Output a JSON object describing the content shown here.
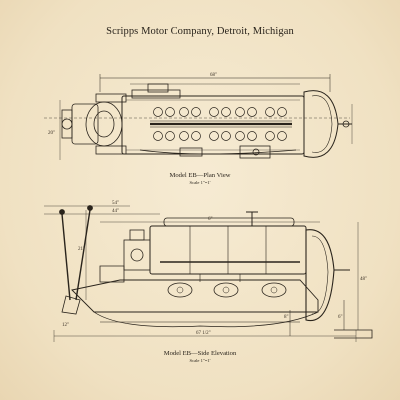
{
  "header": {
    "title": "Scripps Motor Company, Detroit, Michigan"
  },
  "plan_view": {
    "caption": "Model EB—Plan View",
    "scale": "Scale 1\"=1'",
    "dims": [
      "68\"",
      "20\""
    ]
  },
  "side_view": {
    "caption": "Model EB—Side Elevation",
    "scale": "Scale 1\"=1'",
    "dims": [
      "54\"",
      "44\"",
      "6\"",
      "21\"",
      "48\"",
      "8\"",
      "6\"",
      "67 1/2\"",
      "12\""
    ]
  },
  "colors": {
    "paper": "#f3e6c9",
    "ink": "#2a241c"
  }
}
